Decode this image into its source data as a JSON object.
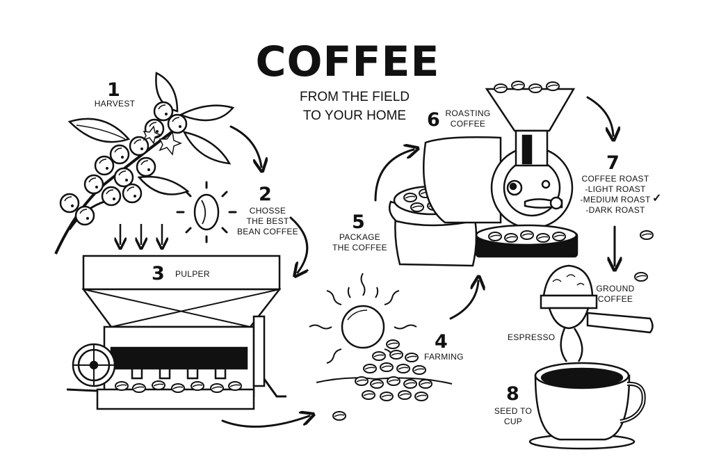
{
  "header": {
    "title": "COFFEE",
    "subtitle_line1": "FROM THE FIELD",
    "subtitle_line2": "TO YOUR HOME"
  },
  "steps": [
    {
      "number": "1",
      "lines": [
        "HARVEST"
      ]
    },
    {
      "number": "2",
      "lines": [
        "CHOSSE",
        "THE BEST",
        "BEAN COFFEE"
      ]
    },
    {
      "number": "3",
      "lines": [
        "PULPER"
      ]
    },
    {
      "number": "4",
      "lines": [
        "FARMING"
      ]
    },
    {
      "number": "5",
      "lines": [
        "PACKAGE",
        "THE COFFEE"
      ]
    },
    {
      "number": "6",
      "lines": [
        "ROASTING",
        "COFFEE"
      ]
    },
    {
      "number": "7",
      "lines": [
        "COFFEE ROAST",
        "-LIGHT ROAST",
        "-MEDIUM ROAST",
        "-DARK ROAST"
      ]
    },
    {
      "number": "8",
      "lines": [
        "SEED TO",
        "CUP"
      ]
    }
  ],
  "extra_labels": {
    "ground_coffee_1": "GROUND",
    "ground_coffee_2": "COFFEE",
    "espresso": "ESPRESSO",
    "checkmark": "✓"
  },
  "colors": {
    "ink": "#111111",
    "paper": "#ffffff",
    "shade": "#d6d6d6"
  }
}
